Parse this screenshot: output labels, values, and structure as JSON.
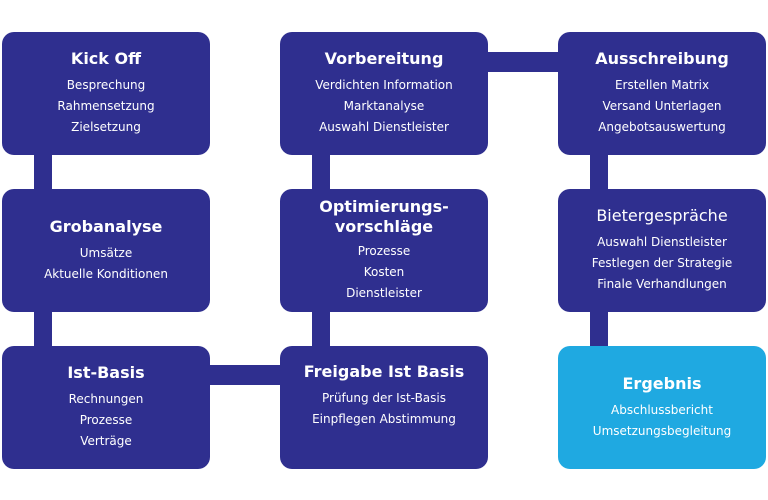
{
  "boxes": [
    {
      "id": "kick-off",
      "title": [
        "Kick Off"
      ],
      "items": [
        "Besprechung",
        "Rahmensetzung",
        "Zielsetzung"
      ]
    },
    {
      "id": "vorbereitung",
      "title": [
        "Vorbereitung"
      ],
      "items": [
        "Verdichten Information",
        "Marktanalyse",
        "Auswahl Dienstleister"
      ]
    },
    {
      "id": "ausschreibung",
      "title": [
        "Ausschreibung"
      ],
      "items": [
        "Erstellen Matrix",
        "Versand Unterlagen",
        "Angebotsauswertung"
      ]
    },
    {
      "id": "grobanalyse",
      "title": [
        "Grobanalyse"
      ],
      "items": [
        "Umsätze",
        "Aktuelle Konditionen"
      ]
    },
    {
      "id": "optimierungsvorschlaege",
      "title": [
        "Optimierungs-",
        "vorschläge"
      ],
      "items": [
        "Prozesse",
        "Kosten",
        "Dienstleister"
      ]
    },
    {
      "id": "bietergespraeche",
      "title": [
        "Bietergespräche"
      ],
      "items": [
        "Auswahl Dienstleister",
        "Festlegen der Strategie",
        "Finale Verhandlungen"
      ]
    },
    {
      "id": "ist-basis",
      "title": [
        "Ist-Basis"
      ],
      "items": [
        "Rechnungen",
        "Prozesse",
        "Verträge"
      ]
    },
    {
      "id": "freigabe-ist-basis",
      "title": [
        "Freigabe Ist Basis"
      ],
      "items": [
        "Prüfung der Ist-Basis",
        "Einpflegen Abstimmung"
      ]
    },
    {
      "id": "ergebnis",
      "title": [
        "Ergebnis"
      ],
      "items": [
        "Abschlussbericht",
        "Umsetzungsbegleitung"
      ]
    }
  ],
  "colors": {
    "box": "#2f2f8f",
    "highlight": "#1fa9e1",
    "connector": "#2f2f8f"
  }
}
